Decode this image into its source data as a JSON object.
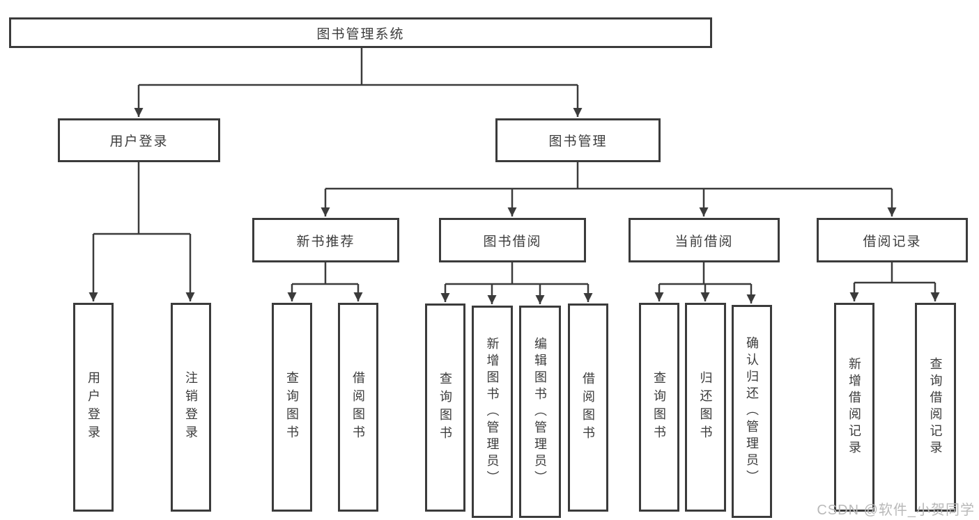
{
  "diagram": {
    "nodes": {
      "root": "图书管理系统",
      "login": "用户登录",
      "manage": "图书管理",
      "recommend": "新书推荐",
      "borrow": "图书借阅",
      "current": "当前借阅",
      "records": "借阅记录",
      "leaves": {
        "login_user": "用户登录",
        "login_logout": "注销登录",
        "rec_query": "查询图书",
        "rec_borrow": "借阅图书",
        "bor_query": "查询图书",
        "bor_add": "新增图书（管理员）",
        "bor_edit": "编辑图书（管理员）",
        "bor_borrow": "借阅图书",
        "cur_query": "查询图书",
        "cur_return": "归还图书",
        "cur_confirm": "确认归还（管理员）",
        "rec2_add": "新增借阅记录",
        "rec2_query": "查询借阅记录"
      }
    },
    "colors": {
      "line": "#3b3b3b",
      "box_border": "#3b3b3b",
      "text": "#3c3c3c",
      "watermark": "#b9b9b9",
      "background": "#ffffff"
    },
    "watermark": "CSDN @软件_小贺同学"
  }
}
